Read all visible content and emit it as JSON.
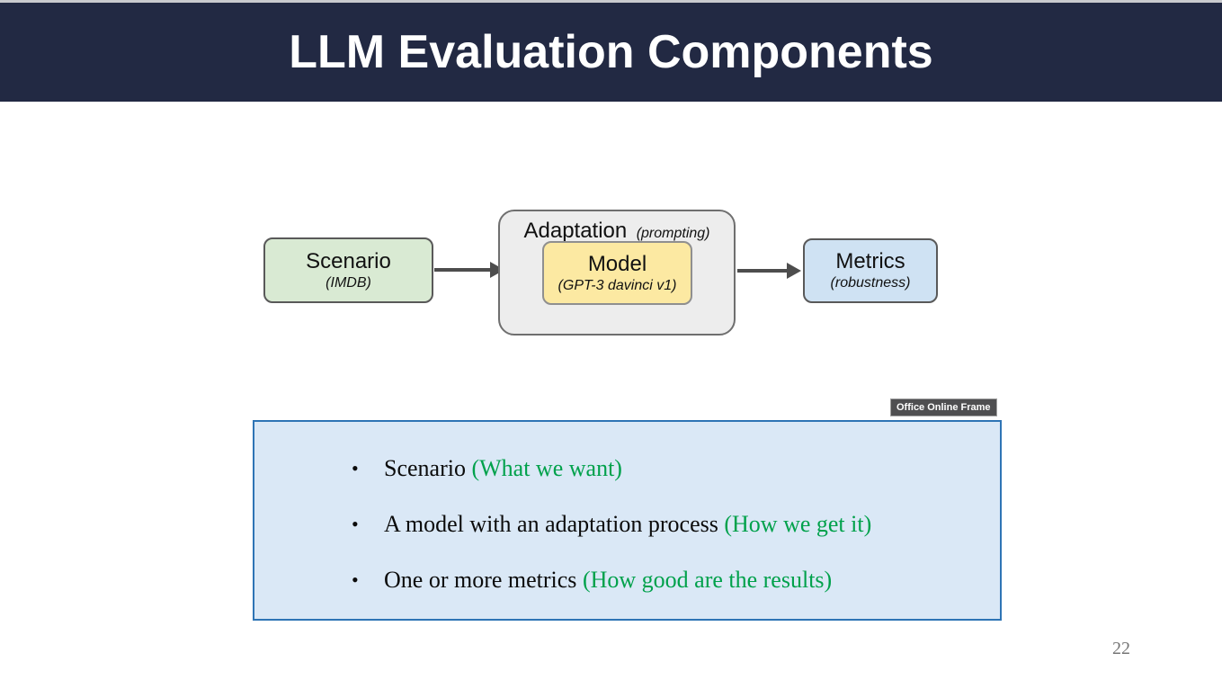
{
  "slide": {
    "title": "LLM Evaluation Components",
    "page_number": "22"
  },
  "diagram": {
    "nodes": {
      "scenario": {
        "label": "Scenario",
        "sublabel": "(IMDB)"
      },
      "adaptation": {
        "label": "Adaptation",
        "sublabel": "(prompting)"
      },
      "model": {
        "label": "Model",
        "sublabel": "(GPT-3 davinci v1)"
      },
      "metrics": {
        "label": "Metrics",
        "sublabel": "(robustness)"
      }
    },
    "arrows": [
      {
        "from": "scenario",
        "to": "adaptation"
      },
      {
        "from": "adaptation",
        "to": "metrics"
      }
    ]
  },
  "frame_badge": {
    "label": "Office Online Frame"
  },
  "panel": {
    "bullets": [
      {
        "bullet": "•",
        "main": "Scenario ",
        "highlight": "(What we want)"
      },
      {
        "bullet": "•",
        "main": "A model with an adaptation process ",
        "highlight": "(How we get it)"
      },
      {
        "bullet": "•",
        "main": "One or more metrics ",
        "highlight": "(How good are the results)"
      }
    ]
  },
  "colors": {
    "header_bg": "#222943",
    "title_text": "#ffffff",
    "scenario_fill": "#d9ead3",
    "adaptation_fill": "#ededed",
    "model_fill": "#fce9a2",
    "metrics_fill": "#cfe2f3",
    "box_border": "#595959",
    "arrow": "#4d4d4d",
    "panel_fill": "#dae8f6",
    "panel_border": "#2e74b5",
    "highlight_green": "#00a14b",
    "badge_bg": "#4f4f51",
    "page_number_text": "#767676"
  }
}
